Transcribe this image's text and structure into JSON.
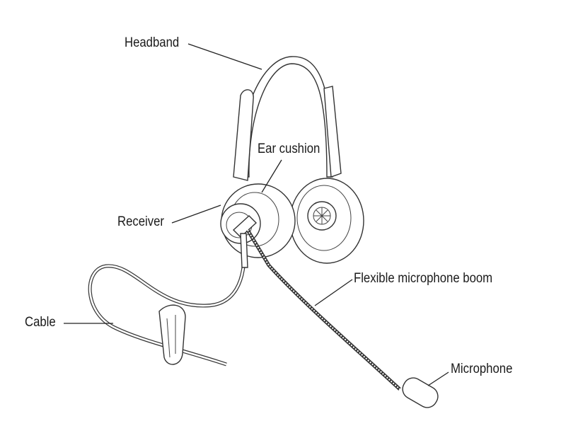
{
  "labels": {
    "headband": "Headband",
    "ear_cushion": "Ear cushion",
    "receiver": "Receiver",
    "boom": "Flexible microphone boom",
    "cable": "Cable",
    "microphone": "Microphone"
  }
}
